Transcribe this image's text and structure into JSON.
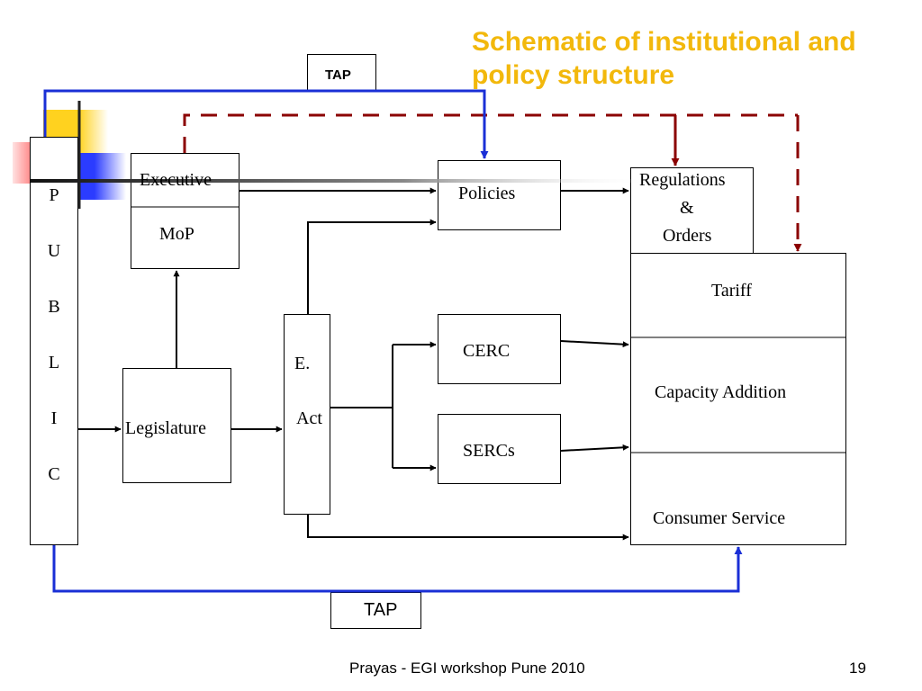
{
  "title": "Schematic of institutional and policy structure",
  "public_letters": [
    "P",
    "U",
    "B",
    "L",
    "I",
    "C"
  ],
  "nodes": {
    "executive": "Executive",
    "mop": "MoP",
    "legislature": "Legislature",
    "e_act_line1": "E.",
    "e_act_line2": "Act",
    "policies": "Policies",
    "cerc": "CERC",
    "sercs": "SERCs",
    "regulations_line1": "Regulations",
    "regulations_line2": "&",
    "regulations_line3": "Orders",
    "tariff": "Tariff",
    "capacity_addition": "Capacity Addition",
    "consumer_service": "Consumer Service"
  },
  "tap_top": "TAP",
  "tap_bottom": "TAP",
  "footer": {
    "text": "Prayas - EGI workshop Pune 2010",
    "page_number": "19"
  },
  "colors": {
    "title": "#f2b80c",
    "tap_link": "#1a2fd6",
    "dashed_link": "#8b0000",
    "deco_yellow": "#ffd21f",
    "deco_blue": "#2b3cff",
    "deco_red": "#ff3b3b"
  }
}
